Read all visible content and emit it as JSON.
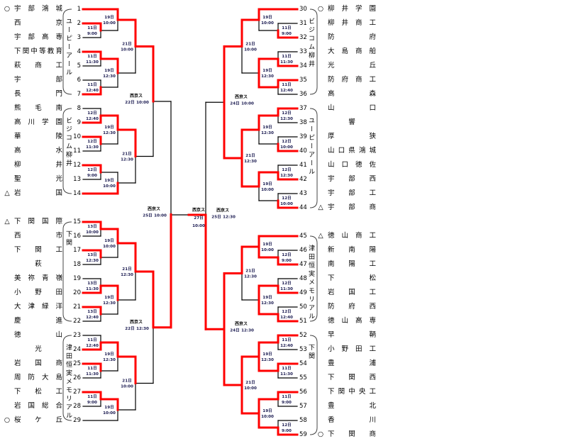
{
  "colors": {
    "winner_line": "#ff0000",
    "line": "#000000",
    "label": "#1a1a50"
  },
  "teams": [
    {
      "no": "1",
      "mark": "○",
      "name": "宇部鴻城"
    },
    {
      "no": "2",
      "mark": "",
      "name": "西京"
    },
    {
      "no": "3",
      "mark": "",
      "name": "宇部高専"
    },
    {
      "no": "4",
      "mark": "",
      "name": "下関中等教育"
    },
    {
      "no": "5",
      "mark": "",
      "name": "萩商工"
    },
    {
      "no": "6",
      "mark": "",
      "name": "宇部"
    },
    {
      "no": "7",
      "mark": "",
      "name": "長門"
    },
    {
      "no": "8",
      "mark": "",
      "name": "熊毛南"
    },
    {
      "no": "9",
      "mark": "",
      "name": "高川学園"
    },
    {
      "no": "10",
      "mark": "",
      "name": "華陵"
    },
    {
      "no": "11",
      "mark": "",
      "name": "高水"
    },
    {
      "no": "12",
      "mark": "",
      "name": "柳井"
    },
    {
      "no": "13",
      "mark": "",
      "name": "聖光"
    },
    {
      "no": "14",
      "mark": "△",
      "name": "岩国"
    },
    {
      "no": "15",
      "mark": "△",
      "name": "下関国際"
    },
    {
      "no": "16",
      "mark": "",
      "name": "西市"
    },
    {
      "no": "17",
      "mark": "",
      "name": "下関工"
    },
    {
      "no": "18",
      "mark": "",
      "name": "萩"
    },
    {
      "no": "19",
      "mark": "",
      "name": "美祢青嶺"
    },
    {
      "no": "20",
      "mark": "",
      "name": "小野田"
    },
    {
      "no": "21",
      "mark": "",
      "name": "大津緑洋"
    },
    {
      "no": "22",
      "mark": "",
      "name": "慶進"
    },
    {
      "no": "23",
      "mark": "",
      "name": "徳山"
    },
    {
      "no": "24",
      "mark": "",
      "name": "光"
    },
    {
      "no": "25",
      "mark": "",
      "name": "岩国商"
    },
    {
      "no": "26",
      "mark": "",
      "name": "周防大島"
    },
    {
      "no": "27",
      "mark": "",
      "name": "下松工"
    },
    {
      "no": "28",
      "mark": "",
      "name": "岩国総合"
    },
    {
      "no": "29",
      "mark": "○",
      "name": "桜ケ丘"
    },
    {
      "no": "30",
      "mark": "○",
      "name": "柳井学園"
    },
    {
      "no": "31",
      "mark": "",
      "name": "柳井商工"
    },
    {
      "no": "32",
      "mark": "",
      "name": "防府"
    },
    {
      "no": "33",
      "mark": "",
      "name": "大島商船"
    },
    {
      "no": "34",
      "mark": "",
      "name": "光丘"
    },
    {
      "no": "35",
      "mark": "",
      "name": "防府商工"
    },
    {
      "no": "36",
      "mark": "",
      "name": "高森"
    },
    {
      "no": "37",
      "mark": "",
      "name": "山口"
    },
    {
      "no": "38",
      "mark": "",
      "name": "響"
    },
    {
      "no": "39",
      "mark": "",
      "name": "厚狭"
    },
    {
      "no": "40",
      "mark": "",
      "name": "山口県鴻城"
    },
    {
      "no": "41",
      "mark": "",
      "name": "山口徳佐"
    },
    {
      "no": "42",
      "mark": "",
      "name": "宇部西"
    },
    {
      "no": "43",
      "mark": "",
      "name": "宇部工"
    },
    {
      "no": "44",
      "mark": "△",
      "name": "宇部商"
    },
    {
      "no": "45",
      "mark": "△",
      "name": "徳山商工"
    },
    {
      "no": "46",
      "mark": "",
      "name": "新南陽"
    },
    {
      "no": "47",
      "mark": "",
      "name": "南陽工"
    },
    {
      "no": "48",
      "mark": "",
      "name": "下松"
    },
    {
      "no": "49",
      "mark": "",
      "name": "岩国工"
    },
    {
      "no": "50",
      "mark": "",
      "name": "防府西"
    },
    {
      "no": "51",
      "mark": "",
      "name": "徳山高専"
    },
    {
      "no": "52",
      "mark": "",
      "name": "早鞆"
    },
    {
      "no": "53",
      "mark": "",
      "name": "小野田工"
    },
    {
      "no": "54",
      "mark": "",
      "name": "豊浦"
    },
    {
      "no": "55",
      "mark": "",
      "name": "下関西"
    },
    {
      "no": "56",
      "mark": "",
      "name": "下関中央工"
    },
    {
      "no": "57",
      "mark": "",
      "name": "豊北"
    },
    {
      "no": "58",
      "mark": "",
      "name": "香川"
    },
    {
      "no": "59",
      "mark": "○",
      "name": "下関商"
    }
  ],
  "venues": {
    "block_a": "ユーピーアール",
    "block_b": "ビジコム柳井",
    "block_c": "下関",
    "block_d": "津田恒実メモリアル",
    "block_e": "ビジコム柳井",
    "block_f": "ユーピーアール",
    "block_g": "津田恒実メモリアル",
    "block_h": "下関"
  },
  "final": {
    "v": "西京ス",
    "d": "27日",
    "t": "10:00",
    "w": "right"
  },
  "left": {
    "v": "西京ス",
    "d": "25日",
    "t": "10:00",
    "w": "bottom",
    "c": [
      {
        "v": "西京ス",
        "d": "22日",
        "t": "10:00",
        "w": "top",
        "c": [
          {
            "d": "21日",
            "t": "10:00",
            "w": "top",
            "c": [
              {
                "d": "19日",
                "t": "10:00",
                "w": "top",
                "c": [
                  1,
                  {
                    "d": "11日",
                    "t": "9:00",
                    "w": "top",
                    "c": [
                      2,
                      3
                    ]
                  }
                ]
              },
              {
                "d": "19日",
                "t": "12:30",
                "w": "top",
                "c": [
                  {
                    "d": "11日",
                    "t": "11:30",
                    "w": "top",
                    "c": [
                      4,
                      5
                    ]
                  },
                  {
                    "d": "11日",
                    "t": "12:40",
                    "w": "bottom",
                    "c": [
                      6,
                      7
                    ]
                  }
                ]
              }
            ]
          },
          {
            "d": "21日",
            "t": "12:30",
            "w": "top",
            "c": [
              {
                "d": "19日",
                "t": "12:30",
                "w": "top",
                "c": [
                  {
                    "d": "12日",
                    "t": "12:40",
                    "w": "bottom",
                    "c": [
                      8,
                      9
                    ]
                  },
                  {
                    "d": "12日",
                    "t": "11:30",
                    "w": "top",
                    "c": [
                      10,
                      11
                    ]
                  }
                ]
              },
              {
                "d": "19日",
                "t": "10:00",
                "w": "bottom",
                "c": [
                  {
                    "d": "12日",
                    "t": "9:00",
                    "w": "top",
                    "c": [
                      12,
                      13
                    ]
                  },
                  14
                ]
              }
            ]
          }
        ]
      },
      {
        "v": "西京ス",
        "d": "22日",
        "t": "12:30",
        "w": "top",
        "c": [
          {
            "d": "21日",
            "t": "12:30",
            "w": "top",
            "c": [
              {
                "d": "19日",
                "t": "10:00",
                "w": "top",
                "c": [
                  {
                    "d": "13日",
                    "t": "10:00",
                    "w": "top",
                    "c": [
                      15,
                      16
                    ]
                  },
                  {
                    "d": "13日",
                    "t": "12:30",
                    "w": "top",
                    "c": [
                      17,
                      18
                    ]
                  }
                ]
              },
              {
                "d": "19日",
                "t": "12:30",
                "w": "top",
                "c": [
                  {
                    "d": "13日",
                    "t": "11:30",
                    "w": "bottom",
                    "c": [
                      19,
                      20
                    ]
                  },
                  {
                    "d": "13日",
                    "t": "12:40",
                    "w": "top",
                    "c": [
                      21,
                      22
                    ]
                  }
                ]
              }
            ]
          },
          {
            "d": "21日",
            "t": "10:00",
            "w": "top",
            "c": [
              {
                "d": "19日",
                "t": "12:30",
                "w": "top",
                "c": [
                  {
                    "d": "11日",
                    "t": "12:40",
                    "w": "bottom",
                    "c": [
                      23,
                      24
                    ]
                  },
                  {
                    "d": "11日",
                    "t": "11:30",
                    "w": "top",
                    "c": [
                      25,
                      26
                    ]
                  }
                ]
              },
              {
                "d": "19日",
                "t": "10:00",
                "w": "top",
                "c": [
                  {
                    "d": "11日",
                    "t": "9:00",
                    "w": "top",
                    "c": [
                      27,
                      28
                    ]
                  },
                  29
                ]
              }
            ]
          }
        ]
      }
    ]
  },
  "right": {
    "v": "西京ス",
    "d": "25日",
    "t": "12:30",
    "w": "bottom",
    "c": [
      {
        "v": "西京ス",
        "d": "24日",
        "t": "10:00",
        "w": "both",
        "c": [
          {
            "d": "21日",
            "t": "10:00",
            "w": "top",
            "c": [
              {
                "d": "19日",
                "t": "10:00",
                "w": "top",
                "c": [
                  30,
                  {
                    "d": "11日",
                    "t": "9:00",
                    "w": "bottom",
                    "c": [
                      31,
                      32
                    ]
                  }
                ]
              },
              {
                "d": "19日",
                "t": "12:30",
                "w": "both",
                "c": [
                  {
                    "d": "11日",
                    "t": "11:30",
                    "w": "bottom",
                    "c": [
                      33,
                      34
                    ]
                  },
                  {
                    "d": "11日",
                    "t": "12:40",
                    "w": "top",
                    "c": [
                      35,
                      36
                    ]
                  }
                ]
              }
            ]
          },
          {
            "d": "21日",
            "t": "12:30",
            "w": "both",
            "c": [
              {
                "d": "19日",
                "t": "12:30",
                "w": "top",
                "c": [
                  {
                    "d": "12日",
                    "t": "12:30",
                    "w": "top",
                    "c": [
                      37,
                      38
                    ]
                  },
                  {
                    "d": "12日",
                    "t": "10:00",
                    "w": "bottom",
                    "c": [
                      39,
                      40
                    ]
                  }
                ]
              },
              {
                "d": "19日",
                "t": "10:00",
                "w": "top",
                "c": [
                  {
                    "d": "12日",
                    "t": "12:30",
                    "w": "bottom",
                    "c": [
                      41,
                      42
                    ]
                  },
                  {
                    "d": "12日",
                    "t": "10:00",
                    "w": "bottom",
                    "c": [
                      43,
                      44
                    ]
                  }
                ]
              }
            ]
          }
        ]
      },
      {
        "v": "西京ス",
        "d": "24日",
        "t": "12:30",
        "w": "both",
        "c": [
          {
            "d": "21日",
            "t": "12:30",
            "w": "top",
            "c": [
              {
                "d": "19日",
                "t": "10:00",
                "w": "both",
                "c": [
                  45,
                  {
                    "d": "12日",
                    "t": "9:00",
                    "w": "bottom",
                    "c": [
                      46,
                      47
                    ]
                  }
                ]
              },
              {
                "d": "19日",
                "t": "12:30",
                "w": "both",
                "c": [
                  {
                    "d": "12日",
                    "t": "11:30",
                    "w": "bottom",
                    "c": [
                      48,
                      49
                    ]
                  },
                  {
                    "d": "12日",
                    "t": "12:40",
                    "w": "bottom",
                    "c": [
                      50,
                      51
                    ]
                  }
                ]
              }
            ]
          },
          {
            "d": "21日",
            "t": "10:00",
            "w": "both",
            "c": [
              {
                "d": "19日",
                "t": "12:30",
                "w": "both",
                "c": [
                  {
                    "d": "11日",
                    "t": "12:40",
                    "w": "top",
                    "c": [
                      52,
                      53
                    ]
                  },
                  {
                    "d": "11日",
                    "t": "11:30",
                    "w": "top",
                    "c": [
                      54,
                      55
                    ]
                  }
                ]
              },
              {
                "d": "19日",
                "t": "10:00",
                "w": "both",
                "c": [
                  {
                    "d": "11日",
                    "t": "9:00",
                    "w": "top",
                    "c": [
                      56,
                      57
                    ]
                  },
                  {
                    "d": "12日",
                    "t": "9:00",
                    "w": "bottom",
                    "c": [
                      58,
                      59
                    ]
                  }
                ]
              }
            ]
          }
        ]
      }
    ]
  }
}
